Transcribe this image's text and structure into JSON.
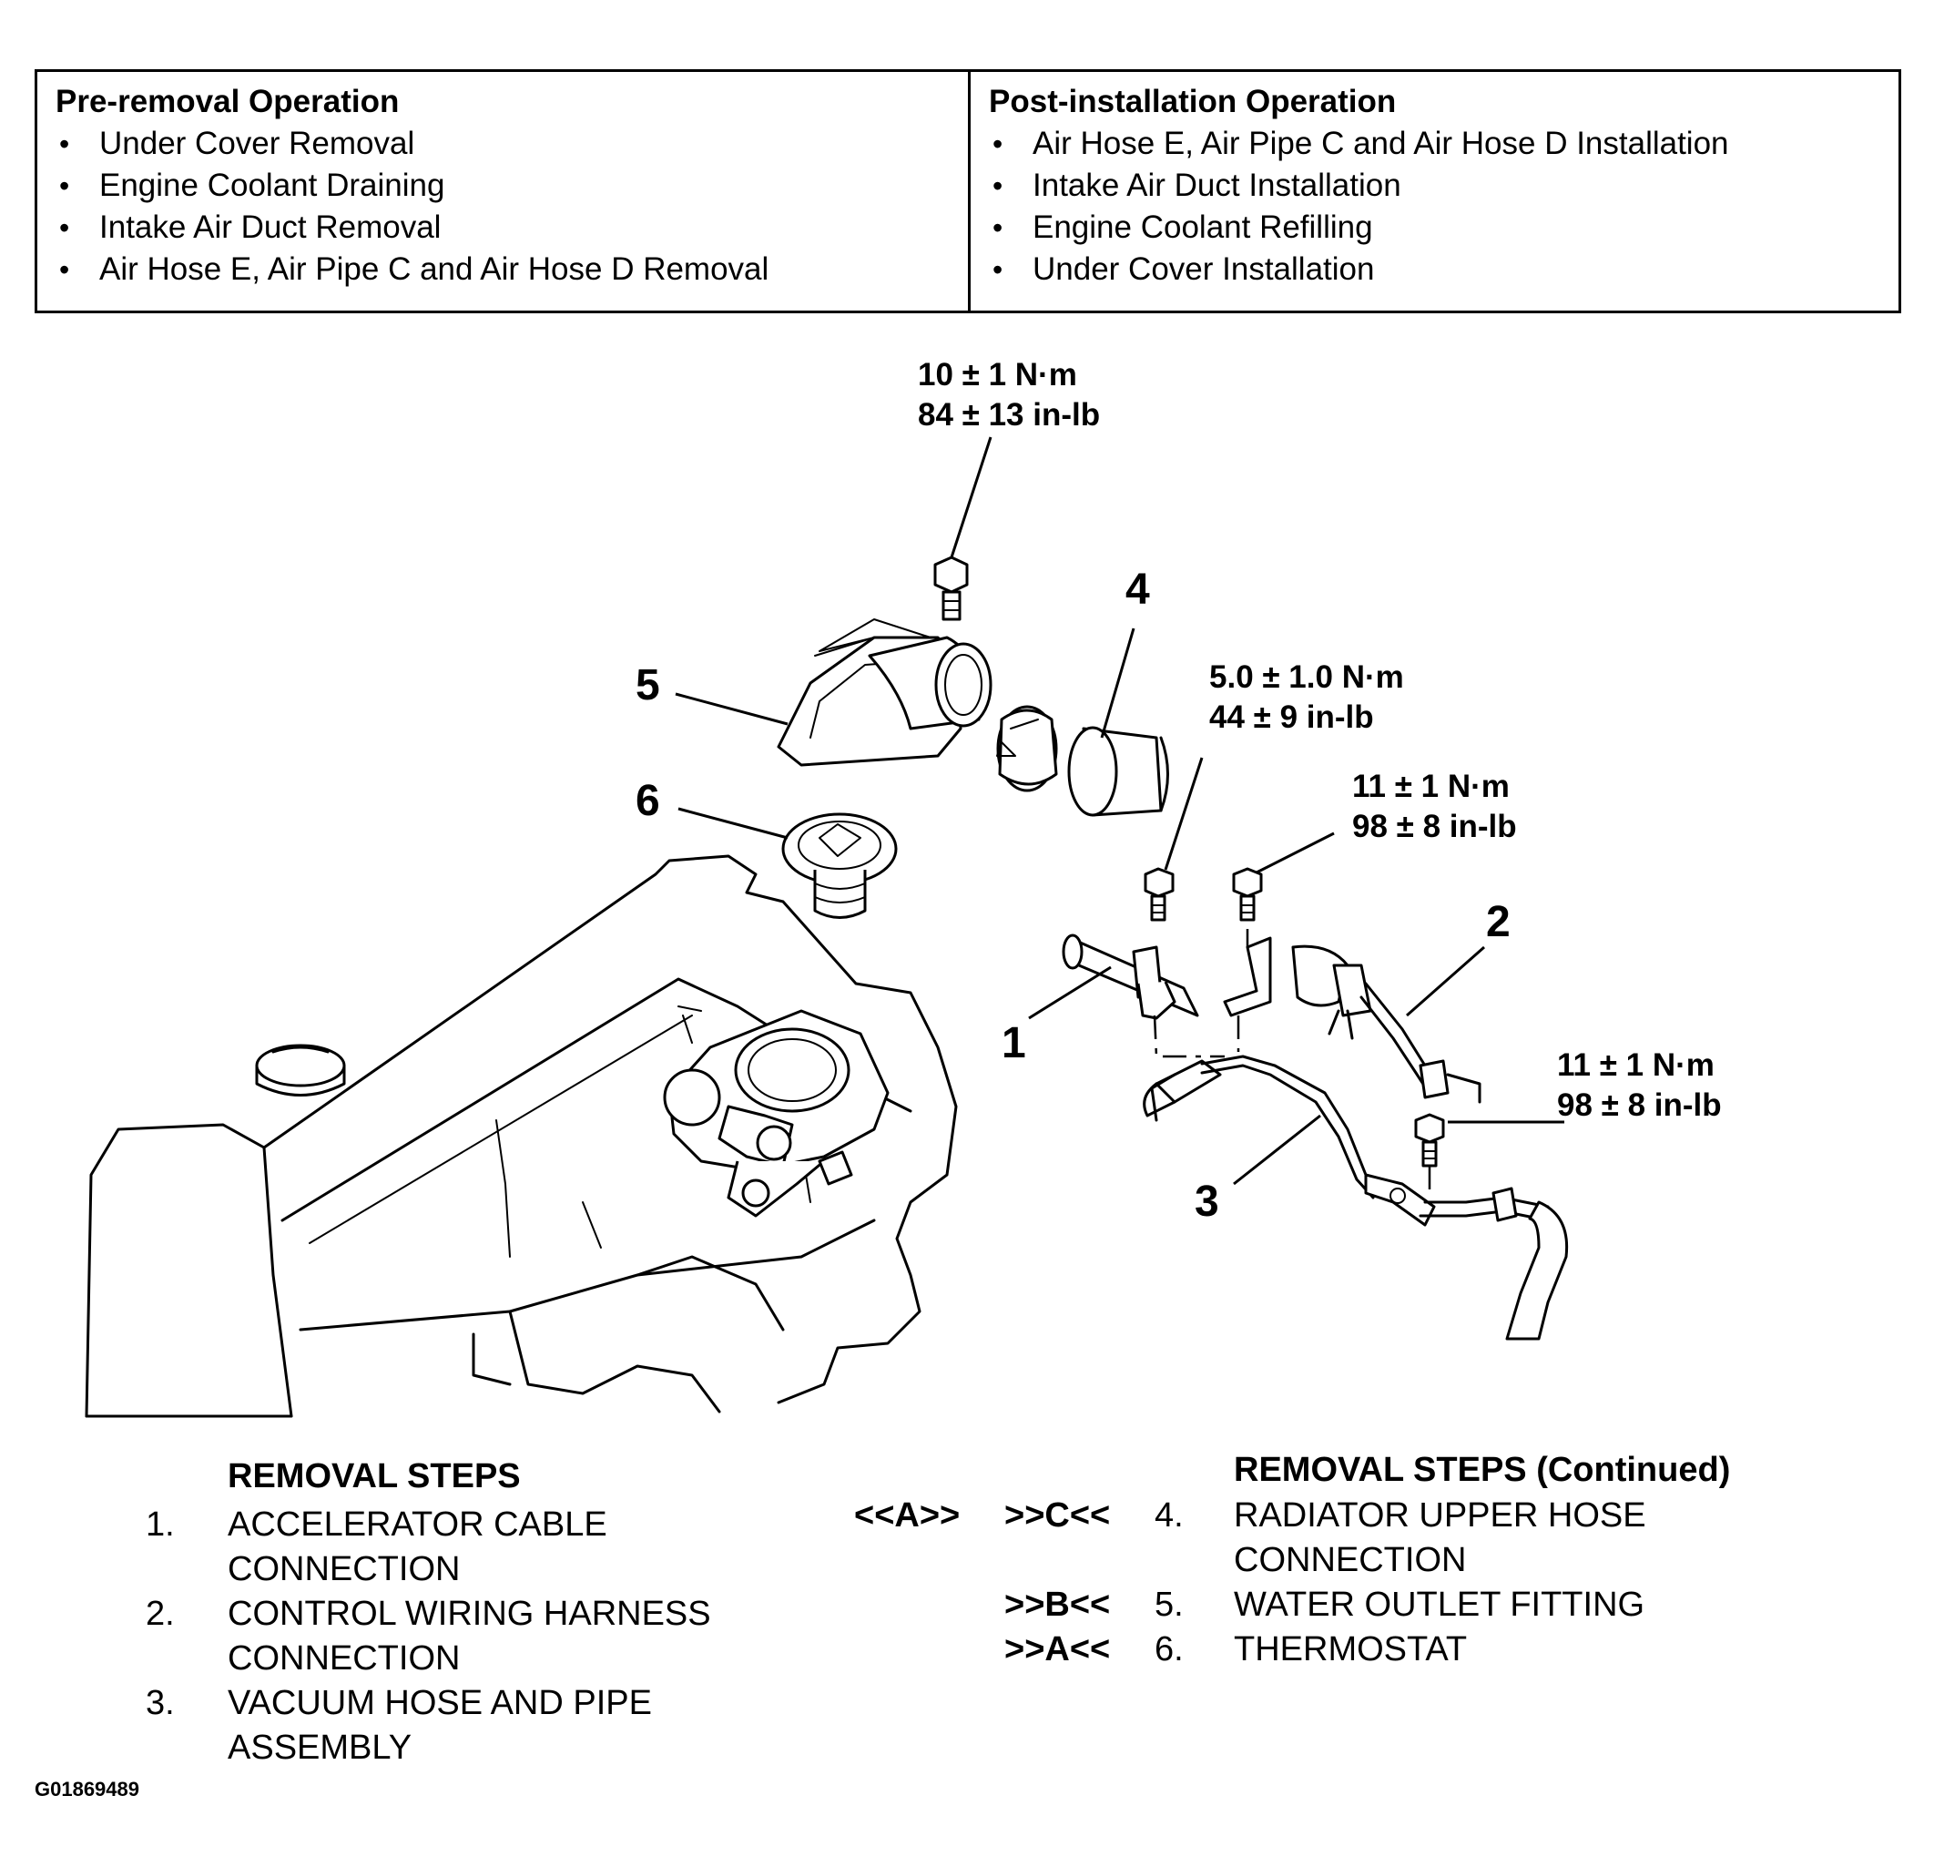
{
  "pre_removal": {
    "title": "Pre-removal Operation",
    "items": [
      "Under Cover Removal",
      "Engine Coolant Draining",
      "Intake Air Duct Removal",
      "Air Hose E, Air Pipe C and Air Hose D Removal"
    ]
  },
  "post_installation": {
    "title": "Post-installation Operation",
    "items": [
      "Air Hose E, Air Pipe C and Air Hose D Installation",
      "Intake Air Duct Installation",
      "Engine Coolant Refilling",
      "Under Cover Installation"
    ]
  },
  "torque_specs": {
    "outlet_bolt": {
      "nm": "10 ± 1 N·m",
      "inlb": "84 ± 13 in-lb"
    },
    "bracket_bolt_left": {
      "nm": "5.0 ± 1.0 N·m",
      "inlb": "44 ± 9 in-lb"
    },
    "bracket_bolt_right": {
      "nm": "11 ± 1 N·m",
      "inlb": "98 ± 8 in-lb"
    },
    "pipe_bolt": {
      "nm": "11 ± 1 N·m",
      "inlb": "98 ± 8 in-lb"
    }
  },
  "callouts": [
    "1",
    "2",
    "3",
    "4",
    "5",
    "6"
  ],
  "removal_steps": {
    "heading": "REMOVAL STEPS",
    "heading_continued": "REMOVAL STEPS (Continued)",
    "steps": [
      {
        "num": "1.",
        "line1": "ACCELERATOR CABLE",
        "line2": "CONNECTION"
      },
      {
        "num": "2.",
        "line1": "CONTROL WIRING HARNESS",
        "line2": "CONNECTION"
      },
      {
        "num": "3.",
        "line1": "VACUUM HOSE AND PIPE",
        "line2": "ASSEMBLY"
      },
      {
        "num": "4.",
        "ref1": "<<A>>",
        "ref2": ">>C<<",
        "line1": "RADIATOR UPPER HOSE",
        "line2": "CONNECTION"
      },
      {
        "num": "5.",
        "ref2": ">>B<<",
        "line1": "WATER OUTLET FITTING"
      },
      {
        "num": "6.",
        "ref2": ">>A<<",
        "line1": "THERMOSTAT"
      }
    ]
  },
  "figure_id": "G01869489"
}
